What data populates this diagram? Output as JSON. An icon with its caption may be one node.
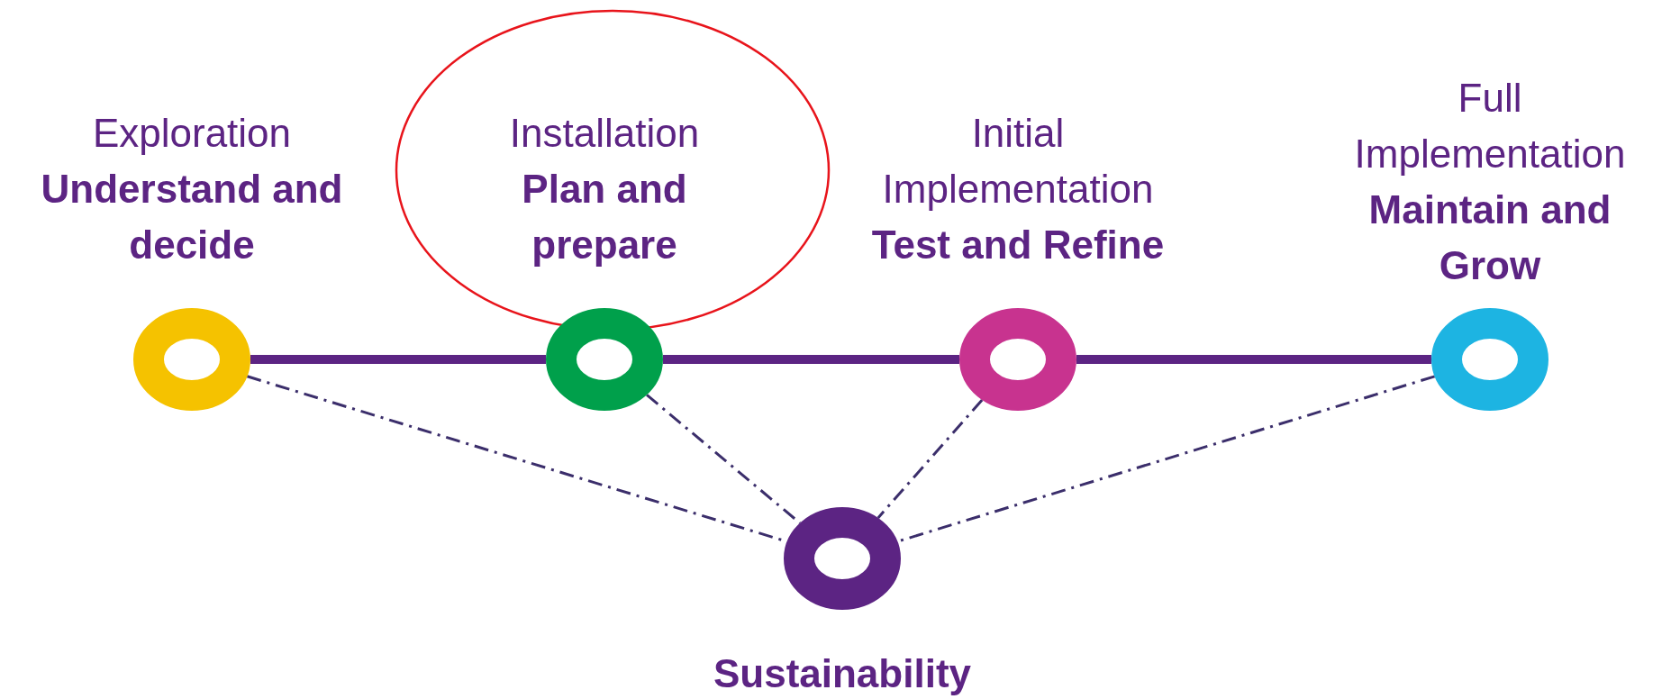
{
  "diagram": {
    "nodes": [
      {
        "text": [
          "Exploration",
          "Understand and decide"
        ]
      },
      {
        "text": [
          "Installation",
          "Plan and prepare"
        ]
      },
      {
        "text": [
          "Initial Implementation",
          "Test and Refine"
        ]
      },
      {
        "text": [
          "Full Implementation",
          "Maintain and Grow"
        ]
      },
      {
        "text": [
          "Sustainability"
        ]
      }
    ],
    "edges": [
      {
        "from": 0,
        "to": 1,
        "arrow": "none",
        "style": "thick",
        "color": "#5c2483"
      },
      {
        "from": 1,
        "to": 2,
        "arrow": "none",
        "style": "thick",
        "color": "#5c2483"
      },
      {
        "from": 2,
        "to": 3,
        "arrow": "none",
        "style": "thick",
        "color": "#5c2483"
      },
      {
        "from": 0,
        "to": 4,
        "arrow": "none",
        "style": "dashed"
      },
      {
        "from": 1,
        "to": 4,
        "arrow": "none",
        "style": "dashed"
      },
      {
        "from": 2,
        "to": 4,
        "arrow": "none",
        "style": "dashed"
      },
      {
        "from": 3,
        "to": 4,
        "arrow": "none",
        "style": "dashed"
      }
    ]
  }
}
